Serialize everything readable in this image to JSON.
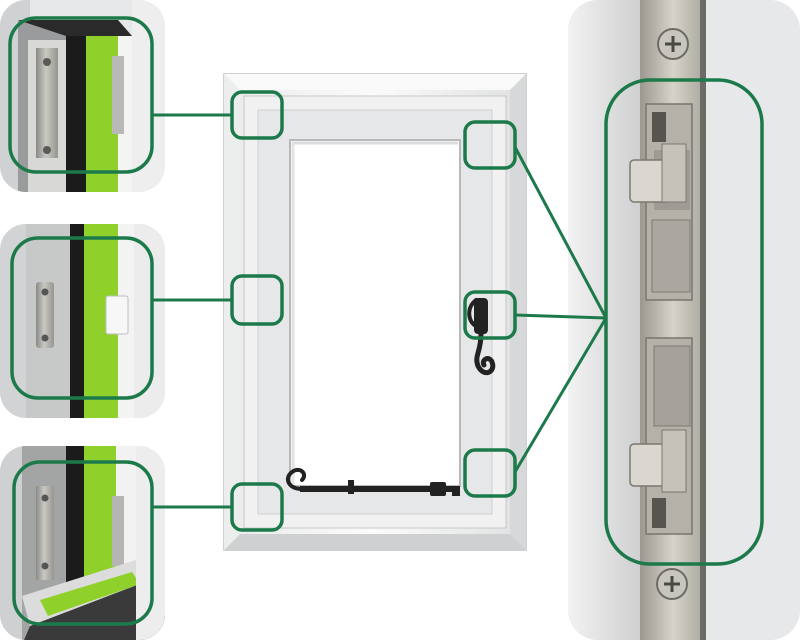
{
  "colors": {
    "callout_green": "#1c7a4a",
    "gasket_green": "#8fd12a",
    "frame_white": "#f4f4f4",
    "frame_shade": "#d9dadb",
    "hardware_metal": "#a9a9a7",
    "dark_seal": "#1b1b1b",
    "handle_black": "#222222",
    "background": "#ffffff"
  },
  "icons": {
    "window": "casement-window-icon",
    "handle": "monkey-tail-handle-icon",
    "stay": "window-stay-icon",
    "keeper": "lock-keeper-icon",
    "screw": "screw-icon"
  },
  "photos": [
    {
      "id": "top-hinge-detail",
      "kind": "hinge-corner"
    },
    {
      "id": "middle-keeper-detail",
      "kind": "side-keeper"
    },
    {
      "id": "bottom-hinge-detail",
      "kind": "hinge-corner"
    },
    {
      "id": "locking-strip-detail",
      "kind": "multipoint-keeper-strip"
    }
  ],
  "callouts": [
    {
      "id": "top-left",
      "side": "left",
      "connects_to": "top-hinge-detail"
    },
    {
      "id": "mid-left",
      "side": "left",
      "connects_to": "middle-keeper-detail"
    },
    {
      "id": "bottom-left",
      "side": "left",
      "connects_to": "bottom-hinge-detail"
    },
    {
      "id": "top-right",
      "side": "right",
      "connects_to": "locking-strip-detail"
    },
    {
      "id": "mid-right",
      "side": "right",
      "connects_to": "locking-strip-detail"
    },
    {
      "id": "bottom-right",
      "side": "right",
      "connects_to": "locking-strip-detail"
    }
  ]
}
